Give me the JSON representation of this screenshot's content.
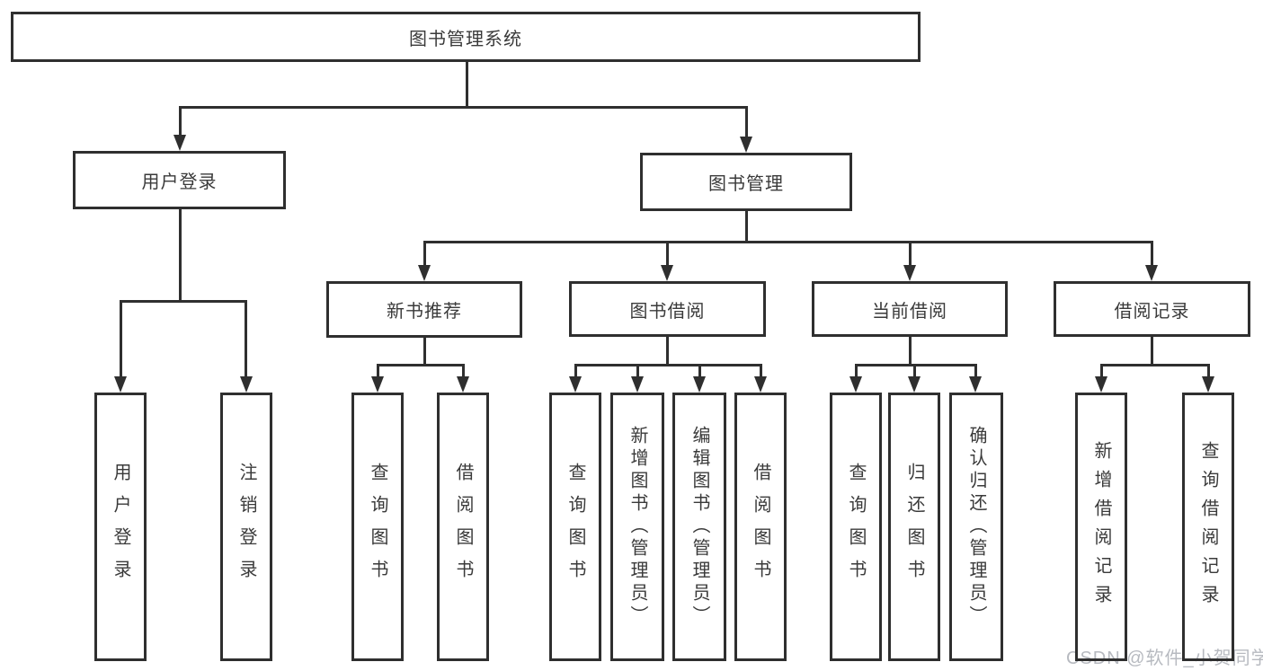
{
  "diagram": {
    "title": "图书管理系统",
    "level2": {
      "user_login": "用户登录",
      "book_management": "图书管理"
    },
    "level3": {
      "new_book_recommend": "新书推荐",
      "book_borrowing": "图书借阅",
      "current_borrowing": "当前借阅",
      "borrow_records": "借阅记录"
    },
    "leaves": {
      "user_login": [
        "用户登录",
        "注销登录"
      ],
      "new_book_recommend": [
        "查询图书",
        "借阅图书"
      ],
      "book_borrowing": [
        "查询图书",
        "新增图书（管理员）",
        "编辑图书（管理员）",
        "借阅图书"
      ],
      "current_borrowing": [
        "查询图书",
        "归还图书",
        "确认归还（管理员）"
      ],
      "borrow_records": [
        "新增借阅记录",
        "查询借阅记录"
      ]
    }
  },
  "watermark": "CSDN @软件_小贺同学",
  "colors": {
    "line": "#2f2f2f",
    "text": "#3a3a3a",
    "watermark": "#b7bac0",
    "background": "#ffffff"
  }
}
